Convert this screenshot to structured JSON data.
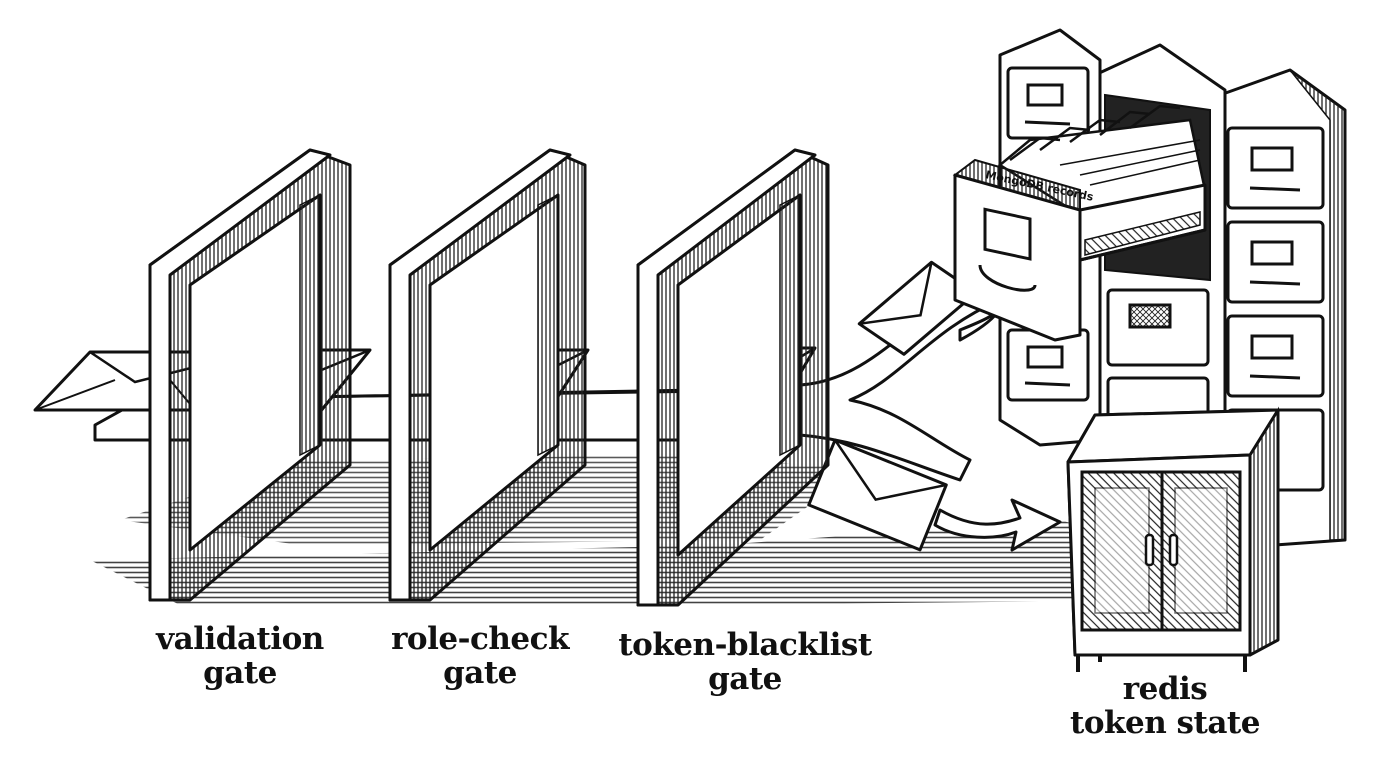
{
  "gates": [
    {
      "line1": "validation",
      "line2": "gate"
    },
    {
      "line1": "role-check",
      "line2": "gate"
    },
    {
      "line1": "token-blacklist",
      "line2": "gate"
    }
  ],
  "stores": {
    "mongo_label": "MongoDB records",
    "redis_line1": "redis",
    "redis_line2": "token state"
  },
  "colors": {
    "ink": "#111111",
    "paper": "#ffffff",
    "hatch": "#222222"
  }
}
